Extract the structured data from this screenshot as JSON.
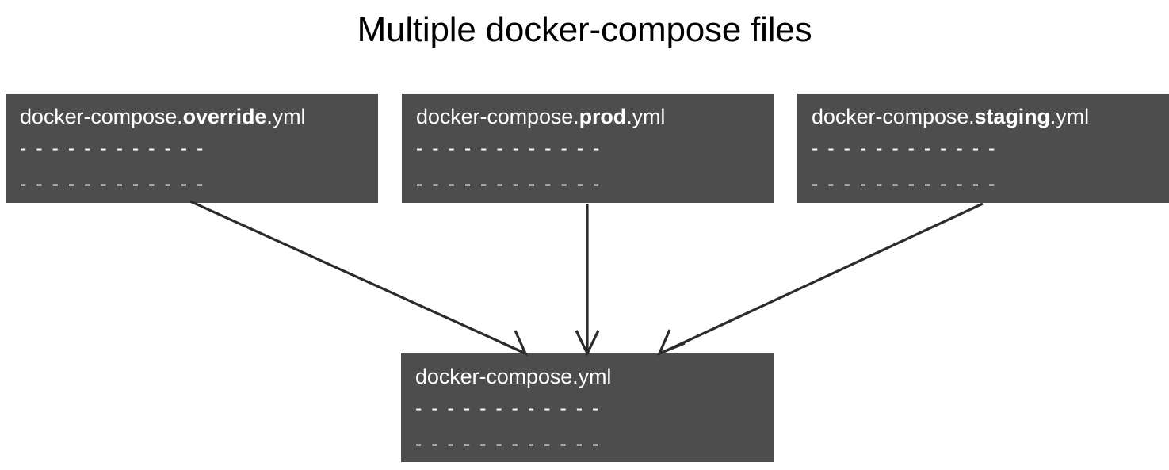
{
  "title": "Multiple docker-compose files",
  "theme": {
    "background": "#ffffff",
    "card_fill": "#4d4d4d",
    "card_text": "#ffffff",
    "title_text": "#000000",
    "arrow_color": "#2b2b2b"
  },
  "dash_line": "- - - - - - - - - - - -",
  "cards": [
    {
      "id": "override",
      "prefix": "docker-compose.",
      "emphasis": "override",
      "suffix": ".yml",
      "full_name": "docker-compose.override.yml",
      "line1": "- - - - - - - - - - - -",
      "line2": "- - - - - - - - - - - -"
    },
    {
      "id": "prod",
      "prefix": "docker-compose.",
      "emphasis": "prod",
      "suffix": ".yml",
      "full_name": "docker-compose.prod.yml",
      "line1": "- - - - - - - - - - - -",
      "line2": "- - - - - - - - - - - -"
    },
    {
      "id": "staging",
      "prefix": "docker-compose.",
      "emphasis": "staging",
      "suffix": ".yml",
      "full_name": "docker-compose.staging.yml",
      "line1": "- - - - - - - - - - - -",
      "line2": "- - - - - - - - - - - -"
    },
    {
      "id": "base",
      "prefix": "docker-compose.yml",
      "emphasis": "",
      "suffix": "",
      "full_name": "docker-compose.yml",
      "line1": "- - - - - - - - - - - -",
      "line2": "- - - - - - - - - - - -"
    }
  ],
  "arrows": [
    {
      "id": "override-to-base",
      "from": "docker-compose.override.yml",
      "to": "docker-compose.yml"
    },
    {
      "id": "prod-to-base",
      "from": "docker-compose.prod.yml",
      "to": "docker-compose.yml"
    },
    {
      "id": "staging-to-base",
      "from": "docker-compose.staging.yml",
      "to": "docker-compose.yml"
    }
  ]
}
